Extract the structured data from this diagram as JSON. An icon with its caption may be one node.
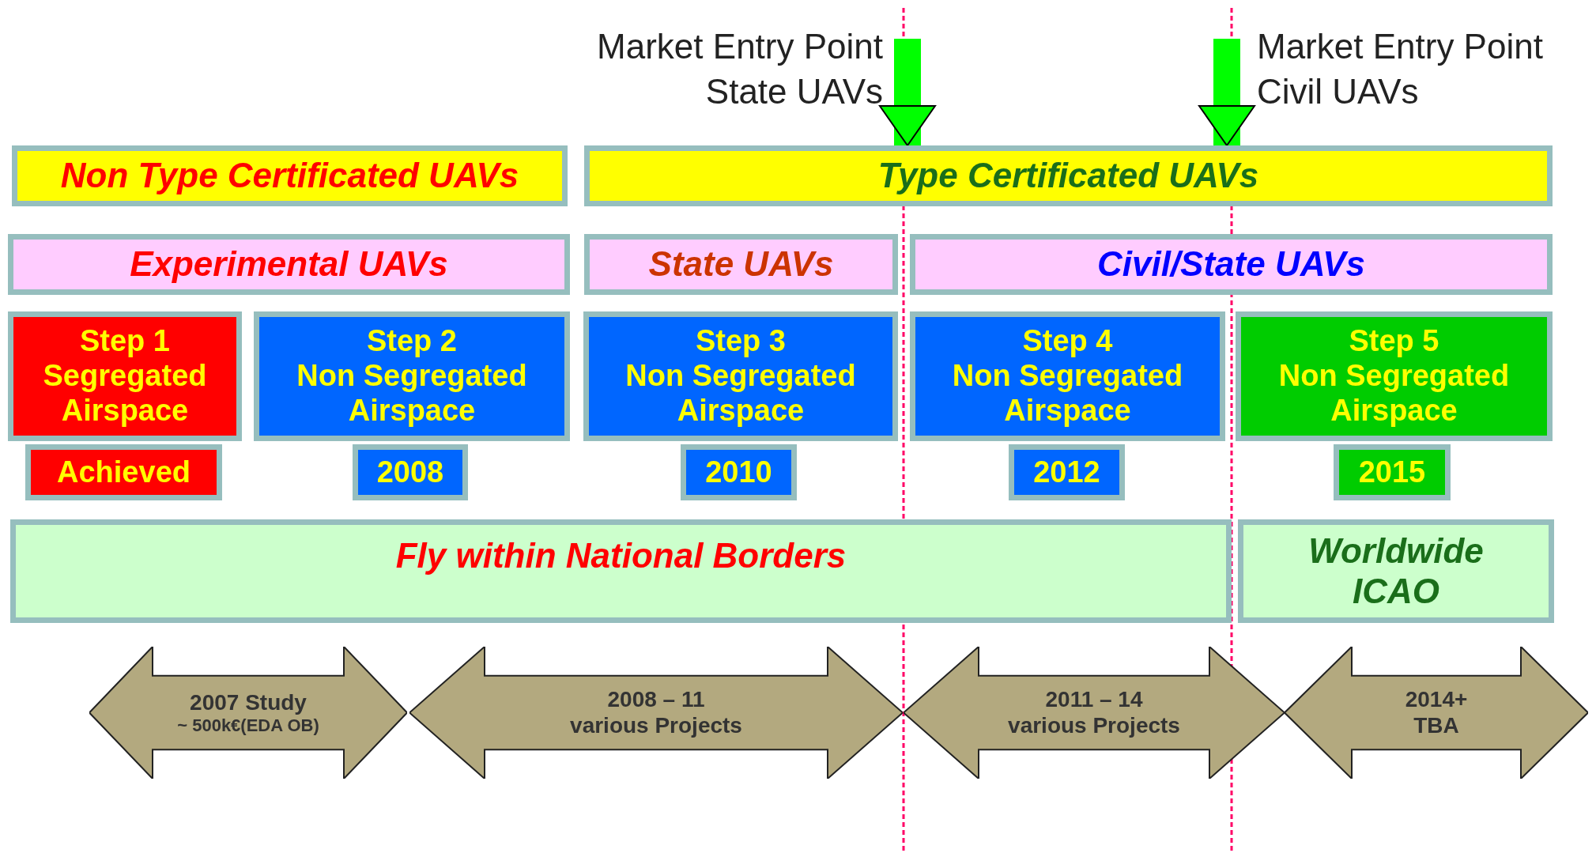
{
  "diagram": {
    "nodes": [
      {
        "text": [
          "Non Type Certificated UAVs"
        ]
      },
      {
        "text": [
          "Type Certificated UAVs"
        ]
      },
      {
        "text": [
          "Experimental UAVs"
        ]
      },
      {
        "text": [
          "State UAVs"
        ]
      },
      {
        "text": [
          "Civil/State UAVs"
        ]
      },
      {
        "text": [
          "Step 1",
          "Segregated Airspace"
        ]
      },
      {
        "text": [
          "Achieved"
        ]
      },
      {
        "text": [
          "Step 2",
          "Non Segregated Airspace"
        ]
      },
      {
        "text": [
          "2008"
        ]
      },
      {
        "text": [
          "Step 3",
          "Non Segregated Airspace"
        ]
      },
      {
        "text": [
          "2010"
        ]
      },
      {
        "text": [
          "Step 4",
          "Non Segregated Airspace"
        ]
      },
      {
        "text": [
          "2012"
        ]
      },
      {
        "text": [
          "Step 5",
          "Non Segregated Airspace"
        ]
      },
      {
        "text": [
          "2015"
        ]
      },
      {
        "text": [
          "Fly within National Borders"
        ]
      },
      {
        "text": [
          "Worldwide ICAO"
        ]
      },
      {
        "text": [
          "2007 Study",
          "~ 500k€(EDA OB)"
        ]
      },
      {
        "text": [
          "2008 – 11",
          "various Projects"
        ]
      },
      {
        "text": [
          "2011 – 14",
          "various Projects"
        ]
      },
      {
        "text": [
          "2014+",
          "TBA"
        ]
      }
    ],
    "edges": [
      {
        "from": null,
        "to": 1,
        "arrow": "to"
      },
      {
        "from": null,
        "to": 1,
        "arrow": "to"
      }
    ],
    "labels": [
      "Market Entry Point State UAVs",
      "Market Entry Point Civil UAVs"
    ]
  }
}
